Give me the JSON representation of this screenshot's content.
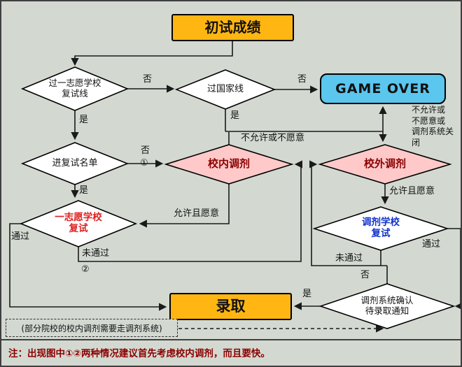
{
  "nodes": {
    "start": "初试成绩",
    "pass_school_line": "过一志愿学校\n复试线",
    "pass_national_line": "过国家线",
    "game_over": "GAME OVER",
    "retest_list": "进复试名单",
    "internal_adjust": "校内调剂",
    "external_adjust": "校外调剂",
    "first_choice_retest": "一志愿学校\n复试",
    "adjust_school_retest": "调剂学校\n复试",
    "system_confirm": "调剂系统确认\n待录取通知",
    "admission": "录取"
  },
  "edge_labels": {
    "no_school_line": "否",
    "no_national_line": "否",
    "yes_school_line": "是",
    "yes_national_line": "是",
    "not_allowed_or_unwilling": "不允许或不愿意",
    "external_fail": "不允许或\n不愿意或\n调剂系统关闭",
    "no_retest_list": "否",
    "circle_1": "①",
    "yes_retest_list": "是",
    "internal_allow": "允许且愿意",
    "external_allow": "允许且愿意",
    "first_pass": "通过",
    "first_fail": "未通过",
    "circle_2": "②",
    "adjust_fail": "未通过",
    "adjust_pass": "通过",
    "confirm_no": "否",
    "confirm_yes": "是"
  },
  "notes": {
    "dashed_note": "(部分院校的校内调剂需要走调剂系统)",
    "bottom_note": "注：出现图中①②两种情况建议首先考虑校内调剂，而且要快。"
  },
  "colors": {
    "background": "#d3d9d1",
    "box_yellow": "#ffb612",
    "box_blue": "#5bc6ee",
    "diamond_pink": "#ffc9c9",
    "red_text": "#e02020",
    "blue_text": "#1133cc",
    "maroon_text": "#8b0000",
    "line": "#1a1a1a"
  }
}
